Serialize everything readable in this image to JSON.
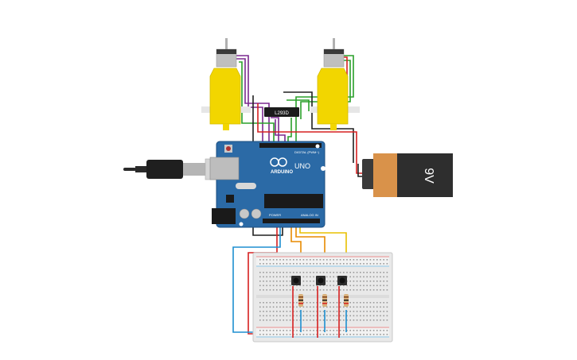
{
  "canvas": {
    "background": "#ffffff"
  },
  "colors": {
    "motor_yellow": "#f2d600",
    "board_blue": "#2b6aa6",
    "battery_orange": "#d9924a",
    "wire_purple": "#7b2a8f",
    "wire_green": "#2aa02a",
    "wire_red": "#d62020",
    "wire_black": "#202020",
    "wire_orange": "#e88a00",
    "wire_yellow": "#e8c000",
    "wire_blue": "#1e8fd0"
  },
  "labels": {
    "driver_chip": "L293D",
    "arduino_logo": "ARDUINO",
    "arduino_model": "UNO",
    "battery": "9V",
    "digital_header": "DIGITAL (PWM~)",
    "analog_header": "ANALOG IN",
    "power_header": "POWER"
  },
  "icons": {
    "motors": "dc-gear-motor-icon",
    "usb": "usb-cable-icon",
    "buttons": "pushbutton-icon",
    "resistors": "resistor-icon"
  }
}
